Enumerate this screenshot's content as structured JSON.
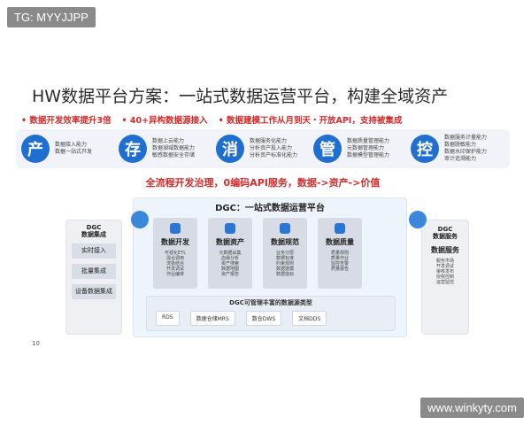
{
  "tag": "TG: MYYJJPP",
  "title": "HW数据平台方案：一站式数据运营平台，构建全域资产",
  "bullets": [
    "数据开发效率提升3倍",
    "40+异构数据源接入",
    "数据建模工作从月到天・开放API，支持被集成"
  ],
  "icons": [
    {
      "char": "产",
      "lines": [
        "数据接入能力",
        "数据一站式开发"
      ]
    },
    {
      "char": "存",
      "lines": [
        "数据上云能力",
        "数据湖域数据能力",
        "敏感数据安全存储"
      ]
    },
    {
      "char": "消",
      "lines": [
        "数据服务化能力",
        "分析资产投入能力",
        "分析资产标准化能力"
      ]
    },
    {
      "char": "管",
      "lines": [
        "数据质量管理能力",
        "元数据管理能力",
        "数据模型管理能力"
      ]
    },
    {
      "char": "控",
      "lines": [
        "数据服务计量能力",
        "数据脱敏能力",
        "数据水印保护能力",
        "审计追溯能力"
      ]
    }
  ],
  "subtitle": "全流程开发治理，0编码API服务，数据->资产->价值",
  "left": {
    "header": [
      "DGC",
      "数据集成"
    ],
    "boxes": [
      "实时接入",
      "批量集成",
      "设备数据集成"
    ]
  },
  "center": {
    "title": "DGC：一站式数据运营平台",
    "modules": [
      {
        "title": "数据开发",
        "lines": [
          "可视化ETL",
          "混合调用",
          "流批结合",
          "",
          "开发调试",
          "作业编排"
        ]
      },
      {
        "title": "数据资产",
        "lines": [
          "元数据采集",
          "",
          "血缘分析",
          "资产搜索",
          "",
          "数据地图",
          "资产报告"
        ]
      },
      {
        "title": "数据规范",
        "lines": [
          "业务分层",
          "",
          "数据标准",
          "约束规则",
          "",
          "数据建模",
          "数据指标"
        ]
      },
      {
        "title": "数据质量",
        "lines": [
          "质量规则",
          "",
          "质量作业",
          "",
          "监控告警",
          "质量报告"
        ]
      }
    ],
    "data_band_title": "DGC可管理丰富的数据源类型",
    "sources": [
      "RDS",
      "数据仓储MRS",
      "数仓DWS",
      "文档DDS"
    ]
  },
  "right": {
    "header": [
      "DGC",
      "数据服务"
    ],
    "title": "数据服务",
    "lines": [
      "服务市场",
      "开发调试",
      "审核发布",
      "授权控制",
      "运营监控"
    ]
  },
  "page_number": "10",
  "watermark": "www.winkyty.com",
  "colors": {
    "accent": "#1f6fd1",
    "red": "#d12b2b"
  }
}
